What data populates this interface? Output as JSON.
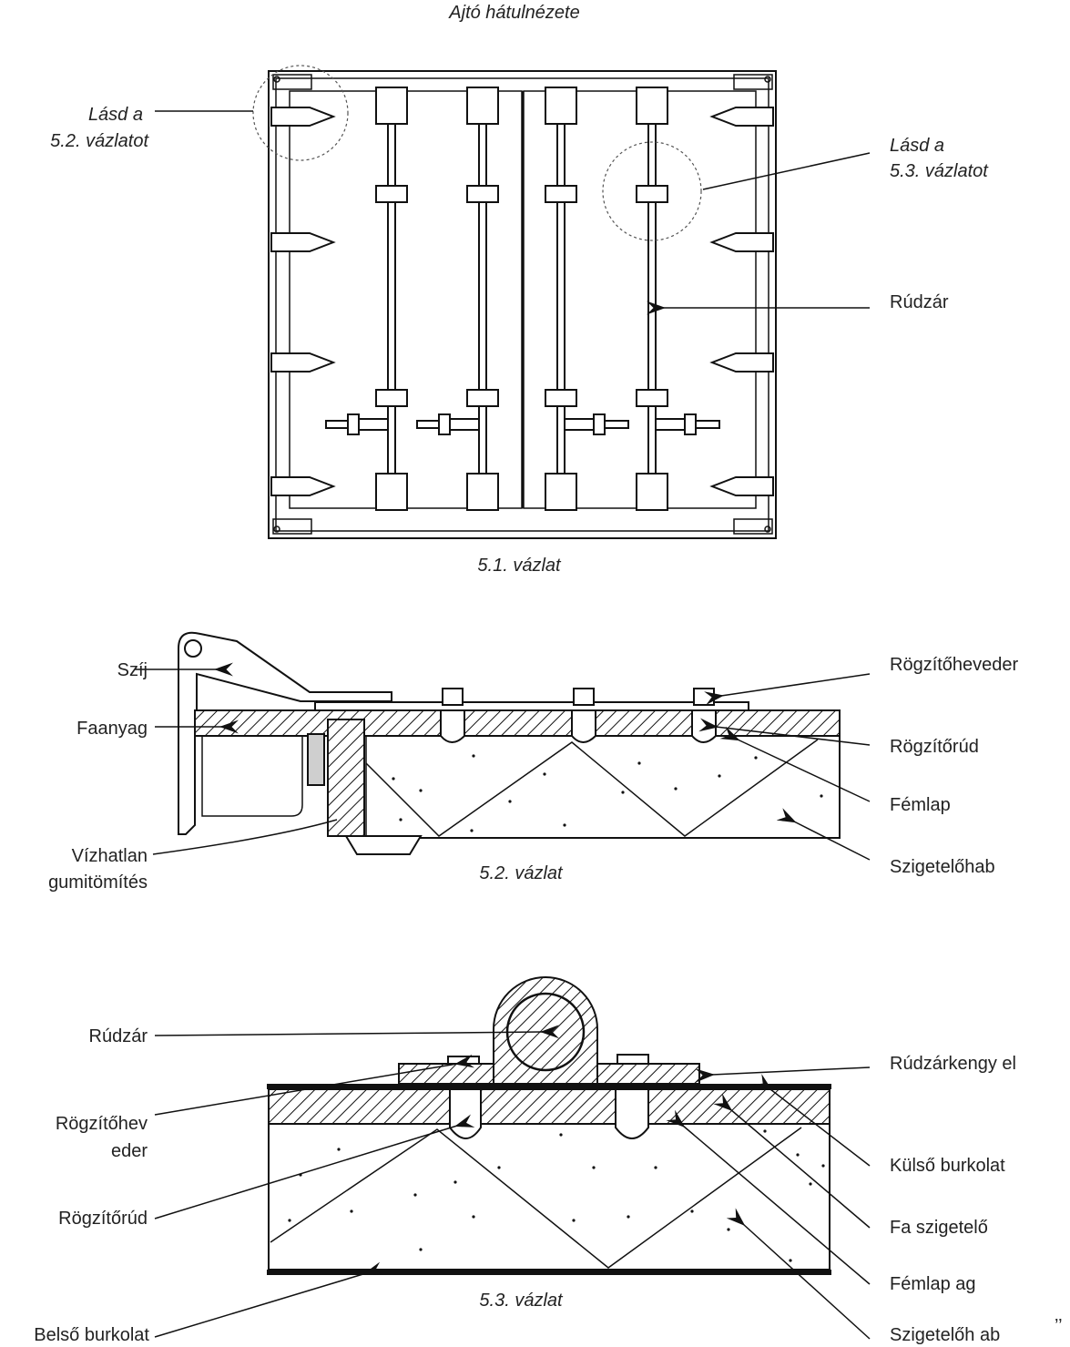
{
  "header": {
    "title": "Ajtó hátulnézete"
  },
  "figure1": {
    "caption": "5.1. vázlat",
    "labels": {
      "see_52_line1": "Lásd a",
      "see_52_line2": "5.2. vázlatot",
      "see_53_line1": "Lásd a",
      "see_53_line2": "5.3. vázlatot",
      "rod_lock": "Rúdzár"
    }
  },
  "figure2": {
    "caption": "5.2. vázlat",
    "labels": {
      "strap": "Szíj",
      "wood": "Faanyag",
      "seal_line1": "Vízhatlan",
      "seal_line2": "gumitömítés",
      "retainer_strap": "Rögzítőheveder",
      "retainer_rod": "Rögzítőrúd",
      "metal_sheet": "Fémlap",
      "insulation_foam": "Szigetelőhab"
    }
  },
  "figure3": {
    "caption": "5.3. vázlat",
    "labels": {
      "rod_lock": "Rúdzár",
      "retainer_strap_line1": "Rögzítőhev",
      "retainer_strap_line2": "eder",
      "retainer_rod": "Rögzítőrúd",
      "inner_cladding": "Belső burkolat",
      "rod_lock_sleeve": "Rúdzárkengy el",
      "outer_cladding": "Külső burkolat",
      "wood_insulation": "Fa szigetelő",
      "metal_sheet": "Fémlap ag",
      "insulation_foam": "Szigetelőh ab"
    }
  },
  "footer": {
    "mark": "’’"
  }
}
